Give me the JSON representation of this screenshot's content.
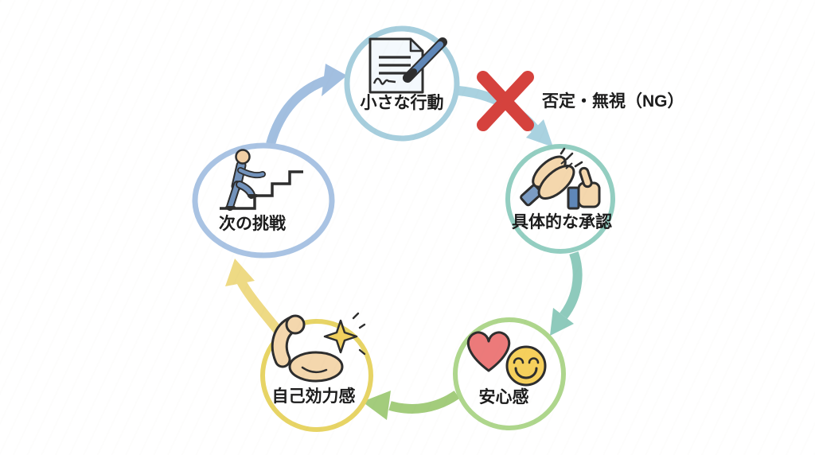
{
  "diagram": {
    "nodes": [
      {
        "id": "small-action",
        "label": "小さな行動",
        "ring_color": "#a6cedd"
      },
      {
        "id": "concrete-approval",
        "label": "具体的な承認",
        "ring_color": "#93cec1"
      },
      {
        "id": "sense-of-security",
        "label": "安心感",
        "ring_color": "#aed68c"
      },
      {
        "id": "self-efficacy",
        "label": "自己効力感",
        "ring_color": "#e7d465"
      },
      {
        "id": "next-challenge",
        "label": "次の挑戦",
        "ring_color": "#a9c3e3"
      }
    ],
    "arrows": [
      {
        "from": "next-challenge",
        "to": "small-action",
        "color": "#a2bfe0"
      },
      {
        "from": "small-action",
        "to": "concrete-approval",
        "color": "#a9d2e0"
      },
      {
        "from": "concrete-approval",
        "to": "sense-of-security",
        "color": "#8ecabc"
      },
      {
        "from": "sense-of-security",
        "to": "self-efficacy",
        "color": "#a3cc7c"
      },
      {
        "from": "self-efficacy",
        "to": "next-challenge",
        "color": "#eeda84"
      }
    ],
    "ng": {
      "label": "否定・無視（NG）",
      "x_color": "#d5423d"
    },
    "text_color": "#1c1c1c",
    "icon_colors": {
      "outline": "#2e2e2e",
      "paper": "#f4f9fd",
      "paper_fold": "#dbe7f2",
      "pen_blue": "#5f87b8",
      "skin": "#f4d7ad",
      "cuff_blue": "#7b9cc4",
      "sleeve_blue": "#5f87b8",
      "heart_pink": "#ec7a7a",
      "smiley_yellow": "#f6d05c",
      "sparkle_yellow": "#f1d05e",
      "person_blue": "#7292bb",
      "head_skin": "#f2cfa4"
    }
  }
}
